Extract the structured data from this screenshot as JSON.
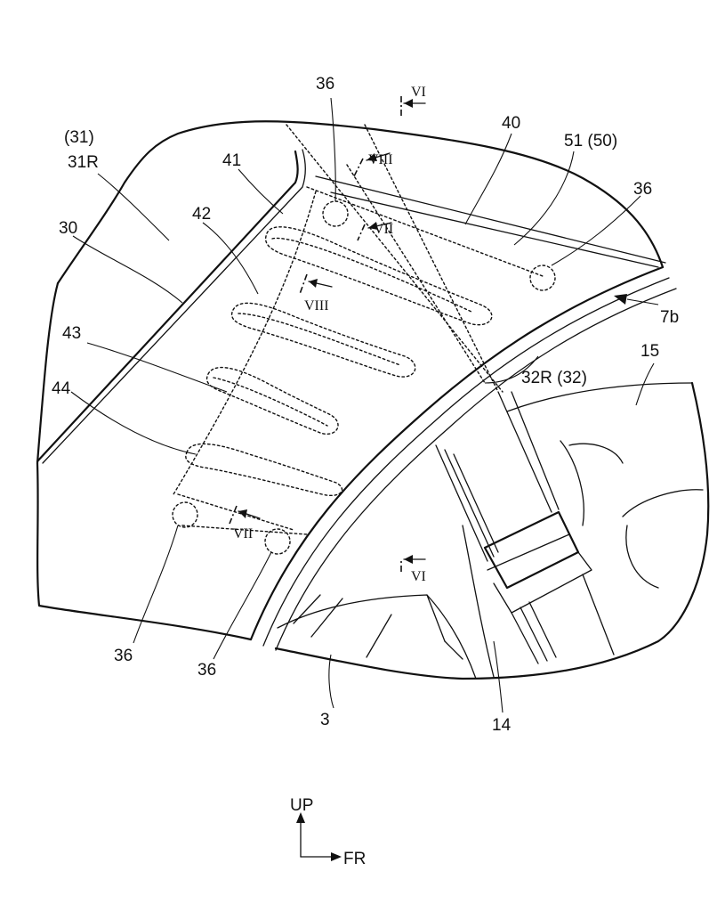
{
  "labels": {
    "l_31": "(31)",
    "l_31R": "31R",
    "l_30": "30",
    "l_41": "41",
    "l_42": "42",
    "l_43": "43",
    "l_44": "44",
    "l_36_top": "36",
    "l_36_right": "36",
    "l_36_bl": "36",
    "l_36_bc": "36",
    "l_40": "40",
    "l_51": "51 (50)",
    "l_7b": "7b",
    "l_32R": "32R (32)",
    "l_15": "15",
    "l_3": "3",
    "l_14": "14"
  },
  "sections": {
    "vi": "VI",
    "vii": "VII",
    "viii": "VIII"
  },
  "direction": {
    "up": "UP",
    "fr": "FR"
  }
}
